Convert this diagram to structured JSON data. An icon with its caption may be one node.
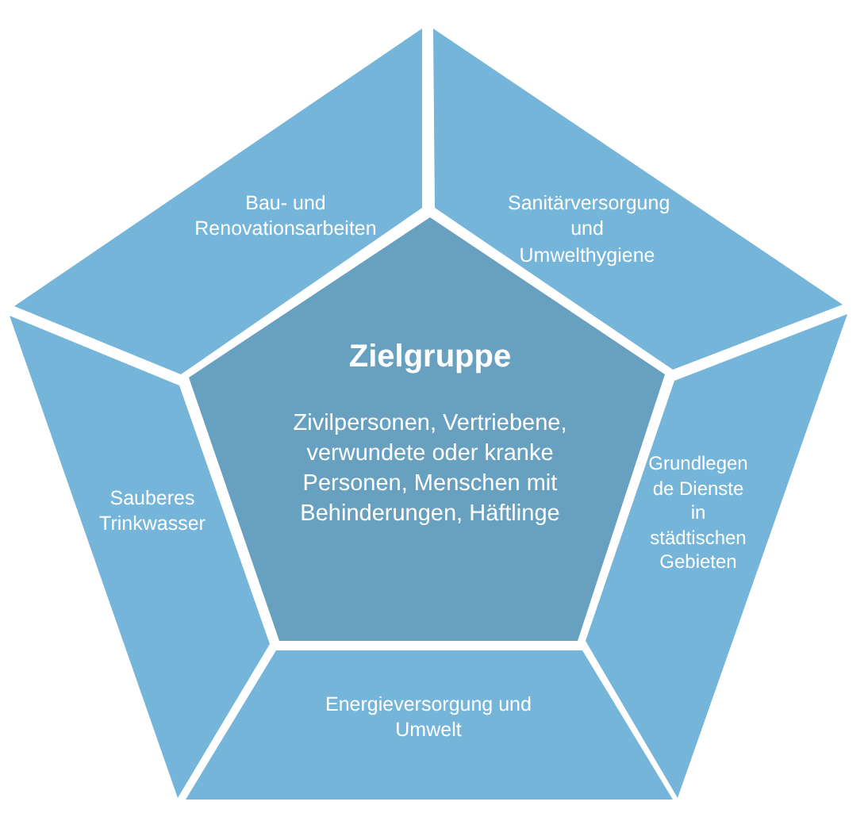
{
  "diagram": {
    "nodes": [
      {
        "text": [
          "Zielgruppe",
          "Zivilpersonen, Vertriebene, verwundete oder kranke Personen, Menschen mit Behinderungen, Häftlinge"
        ]
      },
      {
        "text": [
          "Bau- und Renovationsarbeiten"
        ]
      },
      {
        "text": [
          "Sanitärversorgung und Umwelthygiene"
        ]
      },
      {
        "text": [
          "Grundlegen de Dienste in städtischen Gebieten"
        ]
      },
      {
        "text": [
          "Energieversorgung und Umwelt"
        ]
      },
      {
        "text": [
          "Sauberes Trinkwasser"
        ]
      }
    ]
  }
}
